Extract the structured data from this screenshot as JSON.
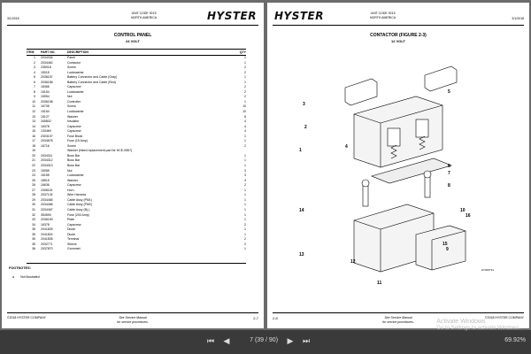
{
  "left_page": {
    "date": "3/1/2018",
    "unit_code": "UNIT CODE 9215",
    "region": "NORTH AMERICA",
    "logo": "HYSTER",
    "title": "CONTROL PANEL",
    "subtitle": "24 VOLT",
    "columns": [
      "ITEM",
      "PART NO.",
      "DESCRIPTION",
      "QTY"
    ],
    "rows": [
      {
        "item": "1",
        "part": "2034334",
        "desc": "Panel",
        "qty": "1",
        "indent": 0
      },
      {
        "item": "2",
        "part": "2034462",
        "desc": "Contactor",
        "qty": "1",
        "indent": 0
      },
      {
        "item": "3",
        "part": "235018",
        "desc": "Screw",
        "qty": "2",
        "indent": 0
      },
      {
        "item": "4",
        "part": "15015",
        "desc": "Lockwasher",
        "qty": "2",
        "indent": 0
      },
      {
        "item": "5",
        "part": "2036157",
        "desc": "Battery Connector and Cable (Gray)",
        "qty": "1",
        "indent": 0
      },
      {
        "item": "6",
        "part": "2036156",
        "desc": "Battery Connector and Cable (Red)",
        "qty": "1",
        "indent": 0
      },
      {
        "item": "7",
        "part": "18466",
        "desc": "Capscrew",
        "qty": "2",
        "indent": 0
      },
      {
        "item": "8",
        "part": "15154",
        "desc": "Lockwasher",
        "qty": "2",
        "indent": 0
      },
      {
        "item": "9",
        "part": "15054",
        "desc": "Nut",
        "qty": "2",
        "indent": 0
      },
      {
        "item": "10",
        "part": "2036198",
        "desc": "Controller",
        "qty": "1",
        "indent": 0
      },
      {
        "item": "11",
        "part": "16705",
        "desc": "Screw",
        "qty": "10",
        "indent": 0
      },
      {
        "item": "12",
        "part": "15154",
        "desc": "Lockwasher",
        "qty": "10",
        "indent": 0
      },
      {
        "item": "13",
        "part": "15127",
        "desc": "Washer",
        "qty": "8",
        "indent": 0
      },
      {
        "item": "13",
        "part": "345802",
        "desc": "Insulator",
        "qty": "4",
        "indent": 0
      },
      {
        "item": "14",
        "part": "16378",
        "desc": "Capscrew",
        "qty": "4",
        "indent": 0
      },
      {
        "item": "15",
        "part": "133469",
        "desc": "Capscrew",
        "qty": "4",
        "indent": 0
      },
      {
        "item": "16",
        "part": "2303107",
        "desc": "Fuse Block",
        "qty": "1",
        "indent": 0
      },
      {
        "item": "17",
        "part": "2034678",
        "desc": "Fuse (15 Amp)",
        "qty": "1",
        "indent": 0
      },
      {
        "item": "18",
        "part": "16716",
        "desc": "Screw",
        "qty": "2",
        "indent": 0
      },
      {
        "item": "19",
        "part": "",
        "desc": "Washer (Need replacement part for HCE-0567)",
        "qty": "",
        "indent": 0
      },
      {
        "item": "20",
        "part": "2034311",
        "desc": "Buss Bar",
        "qty": "1",
        "indent": 0
      },
      {
        "item": "21",
        "part": "2034312",
        "desc": "Buss Bar",
        "qty": "1",
        "indent": 0
      },
      {
        "item": "22",
        "part": "2034313",
        "desc": "Buss Bar",
        "qty": "1",
        "indent": 0
      },
      {
        "item": "23",
        "part": "15055",
        "desc": "Nut",
        "qty": "3",
        "indent": 0
      },
      {
        "item": "24",
        "part": "15155",
        "desc": "Lockwasher",
        "qty": "3",
        "indent": 0
      },
      {
        "item": "25",
        "part": "18515",
        "desc": "Washer",
        "qty": "3",
        "indent": 0
      },
      {
        "item": "26",
        "part": "16636",
        "desc": "Capscrew",
        "qty": "2",
        "indent": 0
      },
      {
        "item": "27",
        "part": "2306115",
        "desc": "Horn",
        "qty": "1",
        "indent": 0
      },
      {
        "item": "28",
        "part": "2037134",
        "desc": "Wire Harness",
        "qty": "1",
        "indent": 0
      },
      {
        "item": "29",
        "part": "2034465",
        "desc": "Cable Assy (PM1)",
        "qty": "1",
        "indent": 0
      },
      {
        "item": "30",
        "part": "2034466",
        "desc": "Cable Assy (PM2)",
        "qty": "1",
        "indent": 0
      },
      {
        "item": "31",
        "part": "2034467",
        "desc": "Cable Assy (B(-)",
        "qty": "1",
        "indent": 0
      },
      {
        "item": "32",
        "part": "354590",
        "desc": "Fuse (200 Amp)",
        "qty": "1",
        "indent": 0
      },
      {
        "item": "33",
        "part": "2036159",
        "desc": "Plate",
        "qty": "1",
        "indent": 0
      },
      {
        "item": "34",
        "part": "16378",
        "desc": "Capscrew",
        "qty": "2",
        "indent": 0
      },
      {
        "item": "35",
        "part": "2041825",
        "desc": "Diode",
        "qty": "1",
        "indent": 0
      },
      {
        "item": "35",
        "part": "2041824",
        "desc": "Diode",
        "qty": "1",
        "indent": 1
      },
      {
        "item": "35",
        "part": "2041835",
        "desc": "Terminal",
        "qty": "2",
        "indent": 2
      },
      {
        "item": "35",
        "part": "2032771",
        "desc": "Sleeve",
        "qty": "2",
        "indent": 2
      },
      {
        "item": "36",
        "part": "2037870",
        "desc": "Grommet",
        "qty": "1",
        "indent": 0
      }
    ],
    "footnotes_title": "FOOTNOTES:",
    "footnote_marker": "●",
    "footnote_text": "Not Illustrated",
    "footer_copyright": "©2018 HYSTER COMPANY",
    "footer_mid_1": "See Service Manual",
    "footer_mid_2": "for service procedures.",
    "page_number": "2-7"
  },
  "right_page": {
    "logo": "HYSTER",
    "unit_code": "UNIT CODE 9215",
    "region": "NORTH AMERICA",
    "date": "3/1/2018",
    "title": "CONTACTOR (FIGURE 2-3)",
    "subtitle": "12 VOLT",
    "callouts": [
      "1",
      "2",
      "3",
      "4",
      "5",
      "6",
      "7",
      "8",
      "9",
      "10",
      "11",
      "12",
      "13",
      "14",
      "15",
      "16"
    ],
    "ref_code": "HY000731",
    "footer_copyright": "©2018 HYSTER COMPANY",
    "footer_mid_1": "See Service Manual",
    "footer_mid_2": "for service procedures.",
    "page_number": "2-8"
  },
  "toolbar": {
    "current_page": "7",
    "page_total_label": "(39 / 90)",
    "zoom": "69.92%"
  },
  "watermark": {
    "line1": "Activate Windows",
    "line2": "Go to Settings to activate Windows."
  },
  "colors": {
    "viewer_background": "#6b6b6b",
    "toolbar": "#3a3a3a"
  }
}
